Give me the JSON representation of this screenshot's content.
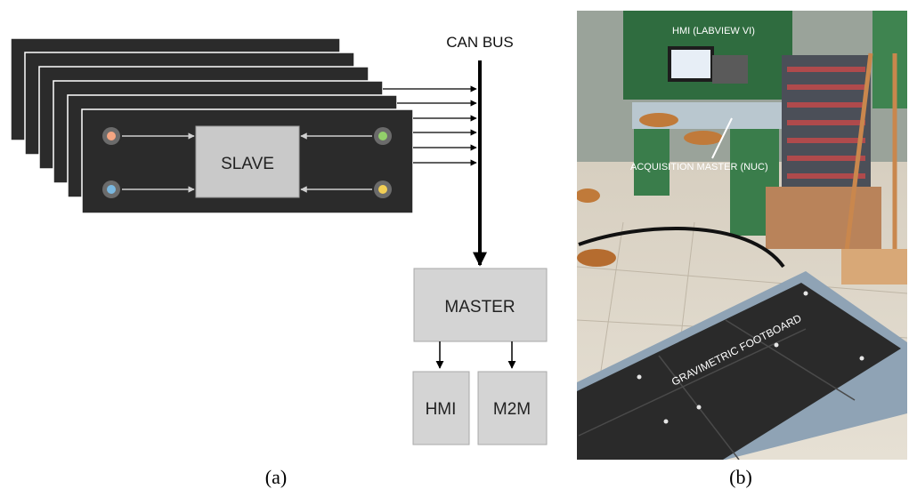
{
  "panel_a": {
    "bus_label": "CAN BUS",
    "slave_label": "SLAVE",
    "master_label": "MASTER",
    "hmi_label": "HMI",
    "m2m_label": "M2M",
    "sensor_colors": [
      "#f4a582",
      "#92cf6a",
      "#7ab8e0",
      "#f2cf55"
    ],
    "caption": "(a)"
  },
  "panel_b": {
    "label_hmi": "HMI (LABVIEW VI)",
    "label_master": "ACQUISITION MASTER (NUC)",
    "label_footboard": "GRAVIMETRIC FOOTBOARD",
    "caption": "(b)"
  }
}
